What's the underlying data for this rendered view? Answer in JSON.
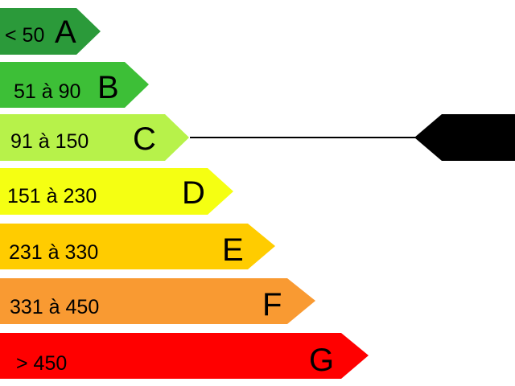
{
  "energy_scale": {
    "bands": [
      {
        "letter": "A",
        "range": "< 50",
        "color": "#2b9a3a"
      },
      {
        "letter": "B",
        "range": "51 à 90",
        "color": "#3dbf37"
      },
      {
        "letter": "C",
        "range": "91 à 150",
        "color": "#b7f24a"
      },
      {
        "letter": "D",
        "range": "151 à 230",
        "color": "#f5ff12"
      },
      {
        "letter": "E",
        "range": "231 à 330",
        "color": "#ffcc00"
      },
      {
        "letter": "F",
        "range": "331 à 450",
        "color": "#f99a32"
      },
      {
        "letter": "G",
        "range": "> 450",
        "color": "#ff0000"
      }
    ],
    "indicator": {
      "band_letter": "C",
      "color": "#000000"
    }
  }
}
